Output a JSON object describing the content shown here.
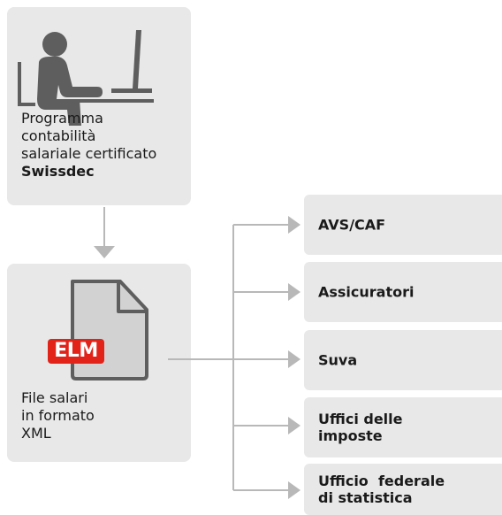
{
  "source": {
    "lines": [
      "Programma",
      "contabilità",
      "salariale certificato"
    ],
    "brand": "Swissdec",
    "icon": "person-at-computer-icon"
  },
  "file": {
    "badge": "ELM",
    "lines": [
      "File salari",
      "in formato",
      "XML"
    ],
    "icon": "document-icon"
  },
  "recipients": [
    {
      "lines": [
        "AVS/CAF"
      ]
    },
    {
      "lines": [
        "Assicuratori"
      ]
    },
    {
      "lines": [
        "Suva"
      ]
    },
    {
      "lines": [
        "Uffici delle",
        "imposte"
      ]
    },
    {
      "lines": [
        "Ufficio  federale",
        "di statistica"
      ]
    }
  ],
  "colors": {
    "box_fill": "#e8e8e8",
    "connector": "#b8b8b8",
    "icon_fill": "#5e5e5e",
    "badge_red": "#e2231a"
  }
}
